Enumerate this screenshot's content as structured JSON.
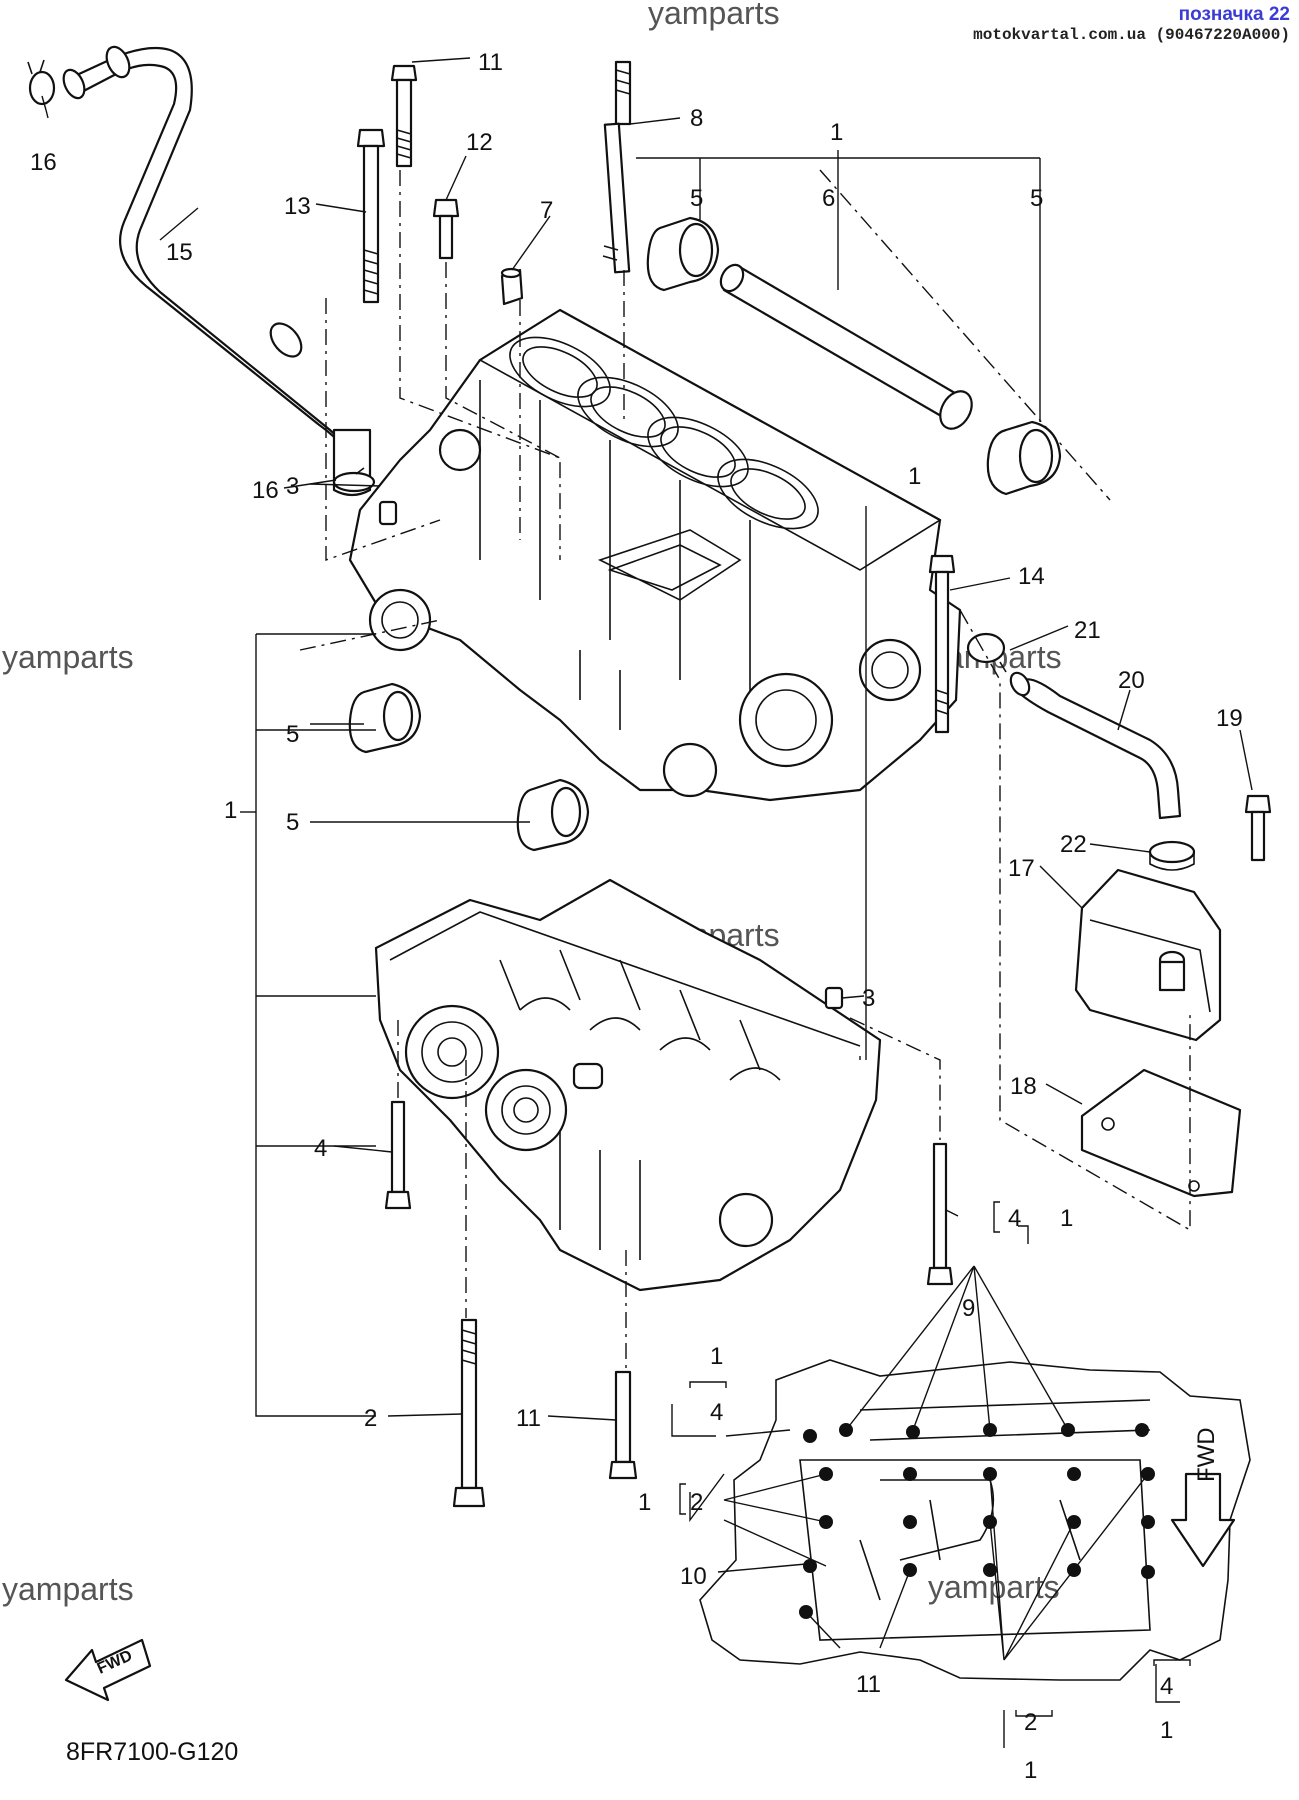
{
  "header": {
    "label": "позначка 22",
    "site": "motokvartal.com.ua (90467220A000)"
  },
  "watermarks": [
    "yamparts",
    "yamparts",
    "yamparts",
    "yamparts",
    "yamparts",
    "yamparts"
  ],
  "diagram_code": "8FR7100-G120",
  "fwd_label": "FWD",
  "callouts": {
    "c1a": "1",
    "c1b": "1",
    "c1c": "1",
    "c1d": "1",
    "c1e": "1",
    "c1f": "1",
    "c1g": "1",
    "c1h": "1",
    "c2a": "2",
    "c2b": "2",
    "c2c": "2",
    "c3a": "3",
    "c3b": "3",
    "c4a": "4",
    "c4b": "4",
    "c4c": "4",
    "c4d": "4",
    "c5a": "5",
    "c5b": "5",
    "c5c": "5",
    "c5d": "5",
    "c6": "6",
    "c7": "7",
    "c8": "8",
    "c9": "9",
    "c10": "10",
    "c11a": "11",
    "c11b": "11",
    "c11c": "11",
    "c12": "12",
    "c13": "13",
    "c14": "14",
    "c15": "15",
    "c16a": "16",
    "c16b": "16",
    "c17": "17",
    "c18": "18",
    "c19": "19",
    "c20": "20",
    "c21": "21",
    "c22": "22"
  }
}
